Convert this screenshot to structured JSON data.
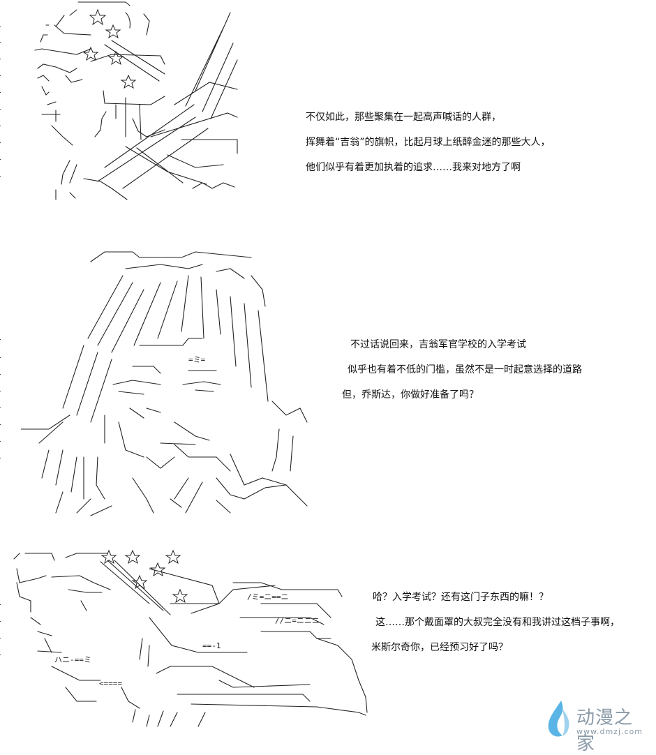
{
  "panels": [
    {
      "lines": [
        "不仅如此，那些聚集在一起高声喊话的人群，",
        "挥舞着“吉翁”的旗帜，比起月球上纸醉金迷的那些大人，",
        "他们似乎有着更加执着的追求……我来对地方了啊"
      ]
    },
    {
      "lines": [
        "不过话说回来，吉翁军官学校的入学考试",
        "似乎也有着不低的门槛，虽然不是一时起意选择的道路",
        "但，乔斯达，你做好准备了吗？"
      ]
    },
    {
      "lines": [
        "哈？入学考试？还有这门子东西的嘛！？",
        "这……那个戴面罩的大叔完全没有和我讲过这档子事啊，",
        "米斯尔奇你，已经预习好了吗？"
      ]
    }
  ],
  "watermark": {
    "title": "动漫之家",
    "url": "www.dmzj.com",
    "icon": "water-drop-logo-icon",
    "color": "#8a9aa8"
  },
  "colors": {
    "text": "#111111",
    "background": "#ffffff",
    "logo_blue": "#5ab4e6"
  }
}
